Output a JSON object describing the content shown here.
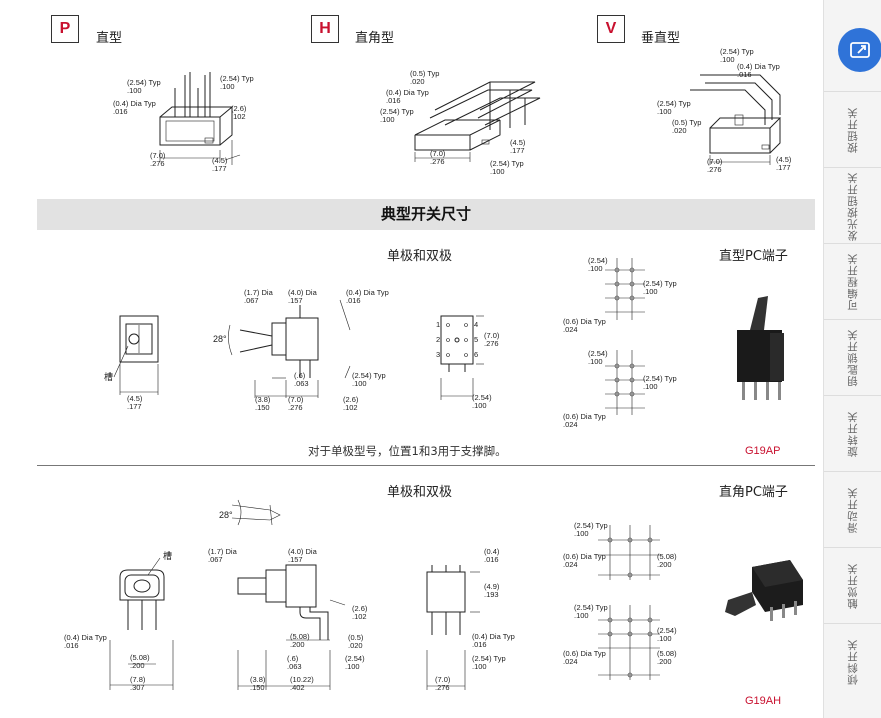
{
  "top_variants": [
    {
      "letter": "P",
      "label": "直型"
    },
    {
      "letter": "H",
      "label": "直角型"
    },
    {
      "letter": "V",
      "label": "垂直型"
    }
  ],
  "p_dims": {
    "d1": "(2.54) Typ\n.100",
    "d2": "(2.54) Typ\n.100",
    "d3": "(0.4) Dia Typ\n.016",
    "d4": "(2.6)\n.102",
    "d5": "(7.0)\n.276",
    "d6": "(4.5)\n.177"
  },
  "h_dims": {
    "d1": "(0.5) Typ\n.020",
    "d2": "(0.4) Dia Typ\n.016",
    "d3": "(2.54) Typ\n.100",
    "d4": "(4.5)\n.177",
    "d5": "(7.0)\n.276",
    "d6": "(2.54) Typ\n.100"
  },
  "v_dims": {
    "d1": "(2.54) Typ\n.100",
    "d2": "(0.4) Dia Typ\n.016",
    "d3": "(2.54) Typ\n.100",
    "d4": "(0.5) Typ\n.020",
    "d5": "(7.0)\n.276",
    "d6": "(4.5)\n.177"
  },
  "banner": "典型开关尺寸",
  "section1": {
    "heading": "单极和双极",
    "right_title": "直型PC端子",
    "note": "对于单极型号，位置1和3用于支撑脚。",
    "model": "G19AP",
    "slot_label": "槽",
    "angle": "28°",
    "dims": {
      "a1": "(1.7) Dia\n.067",
      "a2": "(4.0) Dia\n.157",
      "a3": "(0.4) Dia Typ\n.016",
      "a4": "(.6)\n.063",
      "a5": "(2.54) Typ\n.100",
      "a6": "(3.8)\n.150",
      "a7": "(7.0)\n.276",
      "a8": "(2.6)\n.102",
      "a9": "(4.5)\n.177",
      "a10": "(7.0)\n.276",
      "a11": "(2.54)\n.100",
      "p1": "(2.54)\n.100",
      "p2": "(2.54) Typ\n.100",
      "p3": "(0.6) Dia Typ\n.024",
      "p4": "(2.54)\n.100",
      "p5": "(2.54) Typ\n.100",
      "p6": "(0.6) Dia Typ\n.024"
    },
    "pins": [
      "1",
      "2",
      "3",
      "4",
      "5",
      "6"
    ]
  },
  "section2": {
    "heading": "单极和双极",
    "right_title": "直角PC端子",
    "model": "G19AH",
    "slot_label": "槽",
    "angle": "28°",
    "dims": {
      "b1": "(1.7) Dia\n.067",
      "b2": "(4.0) Dia\n.157",
      "b3": "(0.4) Dia Typ\n.016",
      "b4": "(5.08)\n.200",
      "b5": "(7.8)\n.307",
      "b6": "(5.08)\n.200",
      "b7": "(.6)\n.063",
      "b8": "(3.8)\n.150",
      "b9": "(10.22)\n.402",
      "b10": "(2.6)\n.102",
      "b11": "(0.5)\n.020",
      "b12": "(2.54)\n.100",
      "b13": "(0.4)\n.016",
      "b14": "(4.9)\n.193",
      "b15": "(0.4) Dia Typ\n.016",
      "b16": "(2.54) Typ\n.100",
      "b17": "(7.0)\n.276",
      "q1": "(2.54) Typ\n.100",
      "q2": "(0.6) Dia Typ\n.024",
      "q3": "(5.08)\n.200",
      "q4": "(2.54) Typ\n.100",
      "q5": "(2.54)\n.100",
      "q6": "(0.6) Dia Typ\n.024",
      "q7": "(5.08)\n.200"
    }
  },
  "sidebar": {
    "items": [
      "按钮开关",
      "发光按钮开关",
      "可编程开关",
      "钥匙锁开关",
      "旋转开关",
      "滑动开关",
      "触觉开关",
      "倾斜开关"
    ]
  },
  "colors": {
    "accent_red": "#c8102e",
    "banner_bg": "#e2e2e2",
    "sidebar_button": "#2f73d8"
  }
}
